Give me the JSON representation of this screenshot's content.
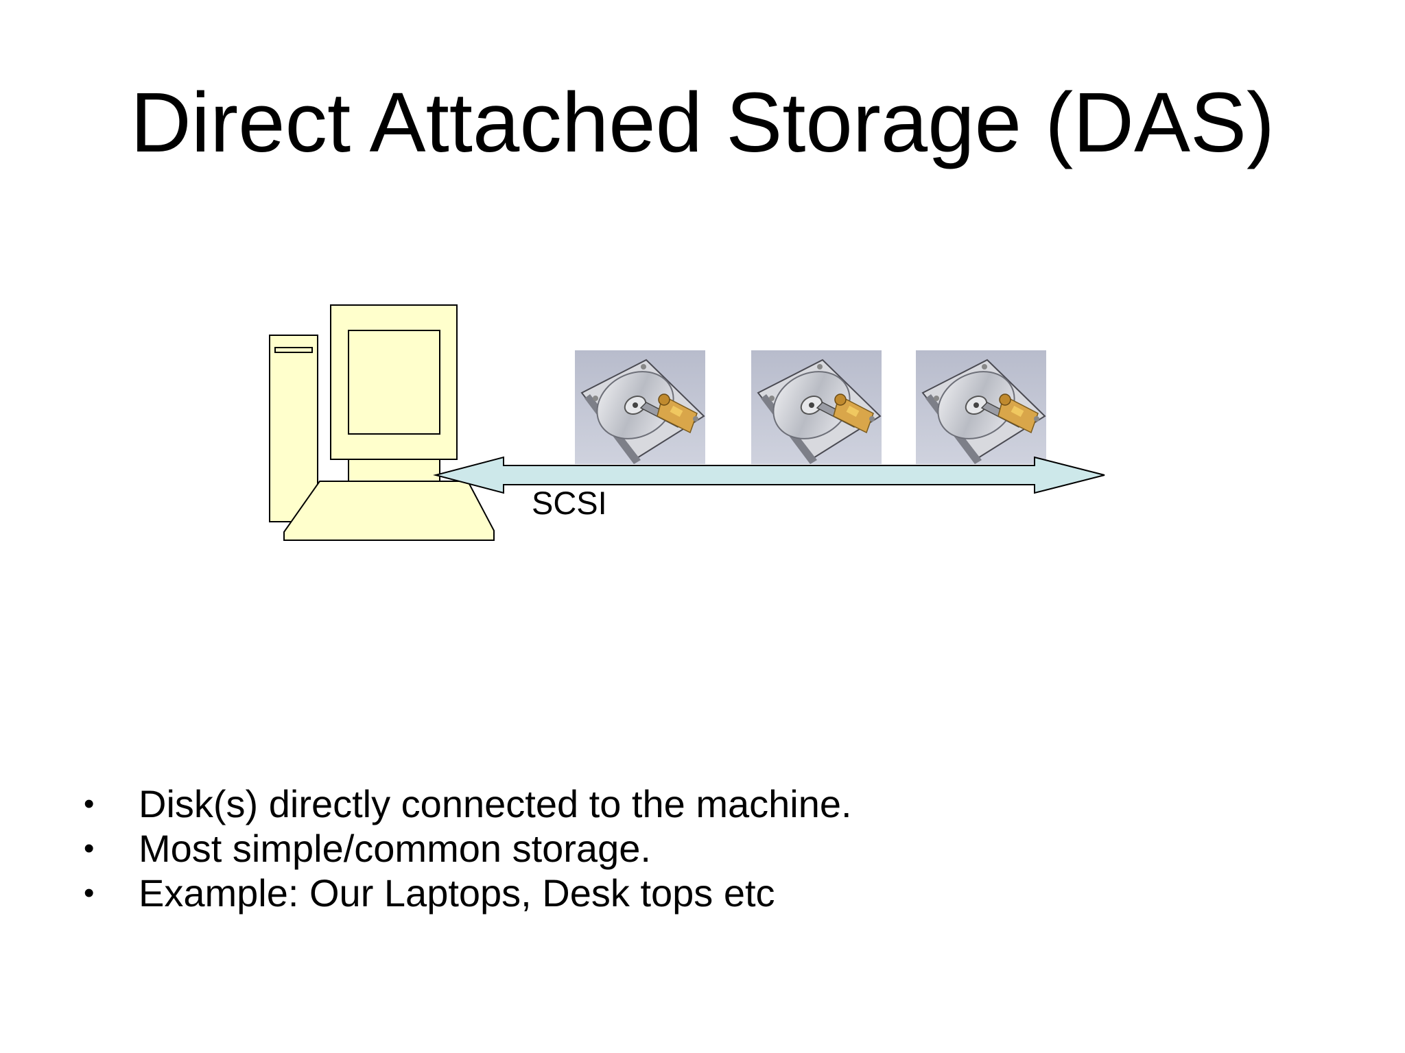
{
  "slide": {
    "title": "Direct Attached Storage (DAS)"
  },
  "diagram": {
    "computer_icon": "desktop-computer-icon",
    "disk_icon": "hard-disk-drive-icon",
    "disk_count": 3,
    "bus_label": "SCSI",
    "computer_fill": "#ffffcc",
    "bus_fill": "#cde8ea"
  },
  "bullets": [
    {
      "text": "Disk(s) directly connected to the machine."
    },
    {
      "text": "Most simple/common storage."
    },
    {
      "text": "Example: Our Laptops, Desk tops etc"
    }
  ]
}
